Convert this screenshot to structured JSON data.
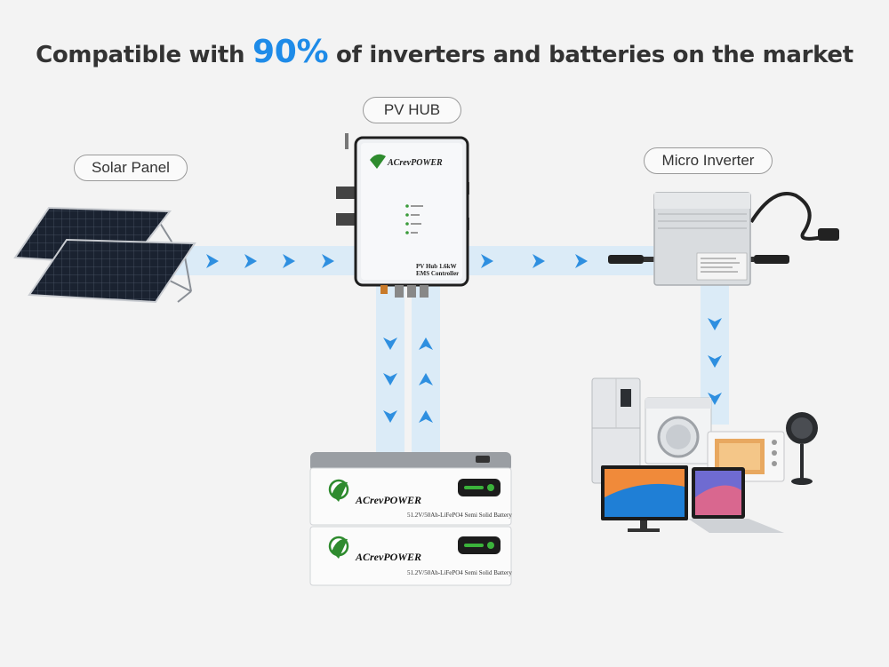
{
  "headline": {
    "before": "Compatible with ",
    "highlight": "90%",
    "after": " of inverters and batteries on the market"
  },
  "labels": {
    "pv_hub": "PV HUB",
    "solar_panel": "Solar Panel",
    "micro_inverter": "Micro Inverter"
  },
  "hub_device": {
    "brand": "ACrevPOWER",
    "model_line1": "PV Hub 1.6kW",
    "model_line2": "EMS Controller"
  },
  "batteries": [
    {
      "brand": "ACrevPOWER",
      "spec": "51.2V/50Ah-LiFePO4 Semi Solid Battery"
    },
    {
      "brand": "ACrevPOWER",
      "spec": "51.2V/50Ah-LiFePO4 Semi Solid Battery"
    }
  ],
  "colors": {
    "accent": "#1e8be8",
    "flow_band": "#dbebf7",
    "arrow": "#2e8fe0",
    "text": "#333333"
  }
}
